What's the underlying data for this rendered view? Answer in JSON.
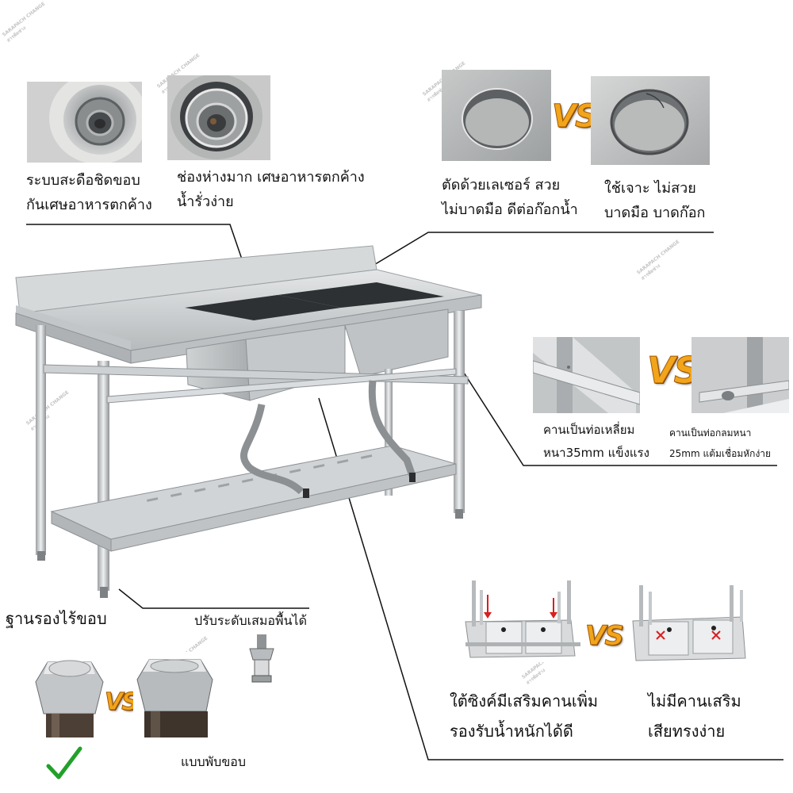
{
  "captions": {
    "drain_good": [
      "ระบบสะดือชิดขอบ",
      "กันเศษอาหารตกค้าง"
    ],
    "drain_bad": [
      "ช่องห่างมาก เศษอาหารตกค้าง",
      "น้ำรั่วง่าย"
    ],
    "laser_good": [
      "ตัดด้วยเลเซอร์ สวย",
      "ไม่บาดมือ ดีต่อก๊อกน้ำ"
    ],
    "drill_bad": [
      "ใช้เจาะ ไม่สวย",
      "บาดมือ บาดก๊อก"
    ],
    "square_tube": [
      "คานเป็นท่อเหลี่ยม",
      "หนา35mm แข็งแรง"
    ],
    "round_tube": [
      "คานเป็นท่อกลมหนา",
      "25mm แต้มเชื่อมหักง่าย"
    ],
    "base": "ฐานรองไร้ขอบ",
    "adjust": "ปรับระดับเสมอพื้นได้",
    "folded": "แบบพับขอบ",
    "extra_beam": [
      "ใต้ซิงค์มีเสริมคานเพิ่ม",
      "รองรับน้ำหนักได้ดี"
    ],
    "no_beam": [
      "ไม่มีคานเสริม",
      "เสียทรงง่าย"
    ]
  },
  "vs_label": "VS",
  "watermark": {
    "line1": "SARAPACH CHANGE",
    "line2": "สารพัดช่าง"
  },
  "icons": [
    "check-icon",
    "red-arrow-icon",
    "red-x-icon",
    "watermark-robot-icon"
  ],
  "colors": {
    "vs_fill": "#f2a51a",
    "check": "#22a02a",
    "red_mark": "#d81f1f",
    "steel": "#c9cdd0"
  }
}
